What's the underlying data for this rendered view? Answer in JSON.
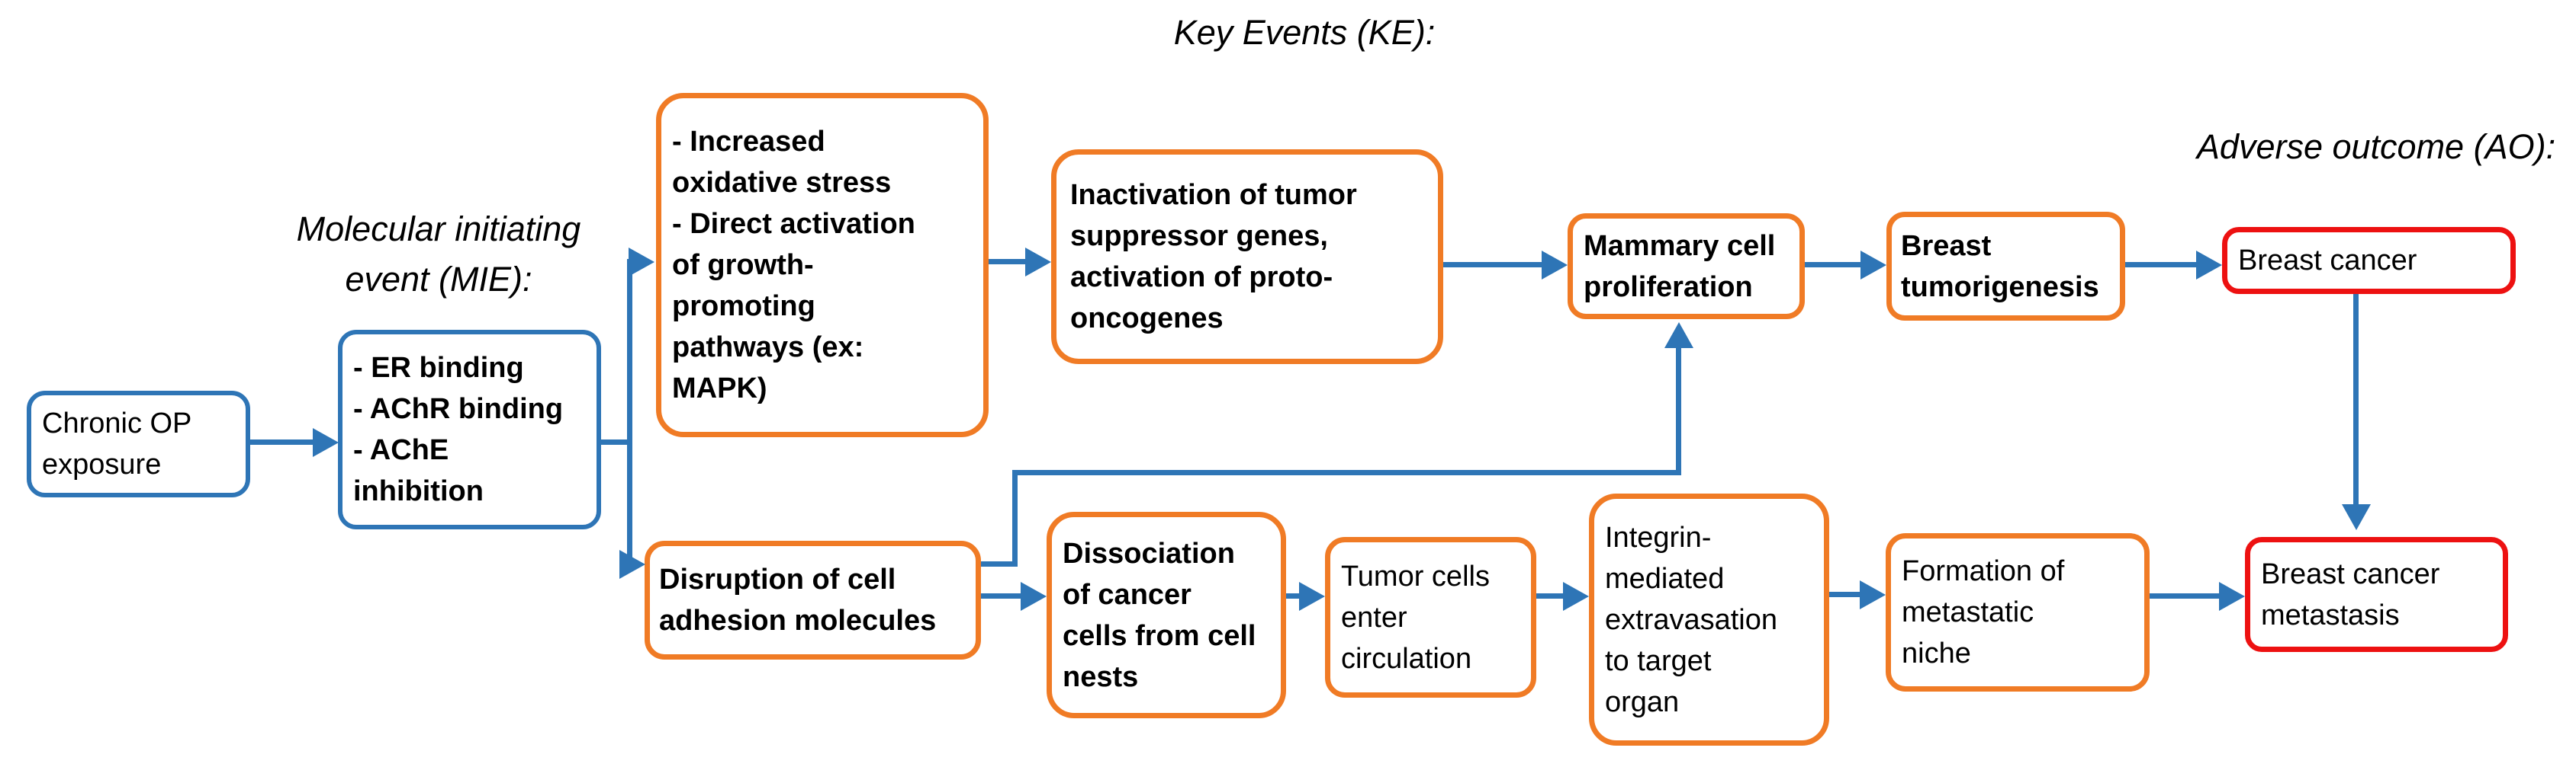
{
  "diagram": {
    "title_top": "Key Events (KE):",
    "label_mie": "Molecular initiating\nevent (MIE):",
    "label_ao": "Adverse outcome (AO):",
    "colors": {
      "box_blue": "#2E75B6",
      "box_orange": "#F07B25",
      "box_red": "#ED1111",
      "arrow_blue": "#2E75B6",
      "text": "#000000",
      "background": "#FFFFFF"
    },
    "nodes": {
      "chronic": {
        "text": "Chronic OP\nexposure",
        "role": "stressor",
        "outline": "blue",
        "weight": "regular"
      },
      "receptors": {
        "text": "- ER binding\n- AChR binding\n- AChE\ninhibition",
        "role": "molecular initiating event",
        "outline": "blue",
        "weight": "bold"
      },
      "oxstress": {
        "text": "- Increased\noxidative stress\n- Direct activation\nof growth-\npromoting\npathways (ex:\nMAPK)",
        "role": "key event",
        "outline": "orange",
        "weight": "bold"
      },
      "inactivation": {
        "text": "Inactivation of tumor\nsuppressor genes,\nactivation of proto-\noncogenes",
        "role": "key event",
        "outline": "orange",
        "weight": "bold"
      },
      "mammary": {
        "text": "Mammary cell\nproliferation",
        "role": "key event",
        "outline": "orange",
        "weight": "bold"
      },
      "tumorigenesis": {
        "text": "Breast\ntumorigenesis",
        "role": "key event",
        "outline": "orange",
        "weight": "bold"
      },
      "cancer": {
        "text": "Breast cancer",
        "role": "adverse outcome",
        "outline": "red",
        "weight": "regular"
      },
      "disruption": {
        "text": "Disruption of cell\nadhesion molecules",
        "role": "key event",
        "outline": "orange",
        "weight": "bold"
      },
      "dissociation": {
        "text": "Dissociation\nof cancer\ncells from cell\nnests",
        "role": "key event",
        "outline": "orange",
        "weight": "bold"
      },
      "circulation": {
        "text": "Tumor cells\nenter\ncirculation",
        "role": "key event",
        "outline": "orange",
        "weight": "regular"
      },
      "integrin": {
        "text": "Integrin-\nmediated\nextravasation\nto target\norgan",
        "role": "key event",
        "outline": "orange",
        "weight": "regular"
      },
      "formation": {
        "text": "Formation of\nmetastatic\nniche",
        "role": "key event",
        "outline": "orange",
        "weight": "regular"
      },
      "metastasis": {
        "text": "Breast cancer\nmetastasis",
        "role": "adverse outcome",
        "outline": "red",
        "weight": "regular"
      }
    },
    "connections": [
      {
        "from": "chronic",
        "to": "receptors"
      },
      {
        "from": "receptors",
        "to": "oxstress"
      },
      {
        "from": "receptors",
        "to": "disruption"
      },
      {
        "from": "oxstress",
        "to": "inactivation"
      },
      {
        "from": "inactivation",
        "to": "mammary"
      },
      {
        "from": "mammary",
        "to": "tumorigenesis"
      },
      {
        "from": "tumorigenesis",
        "to": "cancer"
      },
      {
        "from": "cancer",
        "to": "metastasis"
      },
      {
        "from": "disruption",
        "to": "mammary"
      },
      {
        "from": "disruption",
        "to": "dissociation"
      },
      {
        "from": "dissociation",
        "to": "circulation"
      },
      {
        "from": "circulation",
        "to": "integrin"
      },
      {
        "from": "integrin",
        "to": "formation"
      },
      {
        "from": "formation",
        "to": "metastasis"
      }
    ]
  }
}
